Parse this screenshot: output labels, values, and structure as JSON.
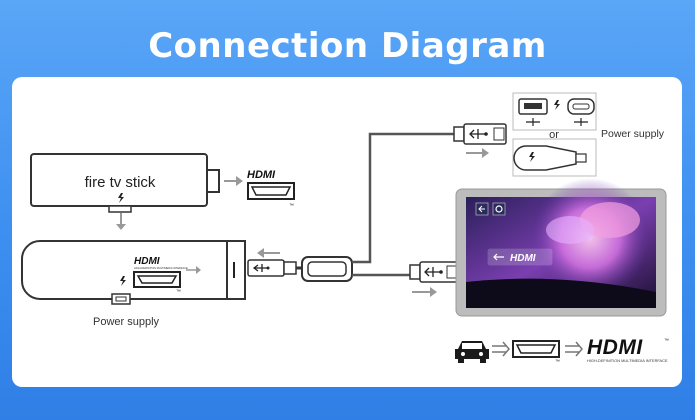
{
  "header": {
    "title": "Connection Diagram"
  },
  "stick": {
    "label": "fire tv stick"
  },
  "hdmi": {
    "logo": "HDMI",
    "tagline": "HIGH-DEFINITION MULTIMEDIA INTERFACE",
    "tm": "™"
  },
  "power": {
    "left_label": "Power supply",
    "right_label": "Power supply",
    "or_label": "or"
  },
  "screen": {
    "button_label": "HDMI"
  },
  "colors": {
    "accent": "#3d8ff0",
    "line": "#555555",
    "arrow": "#9a9a9a",
    "dark": "#222222"
  }
}
